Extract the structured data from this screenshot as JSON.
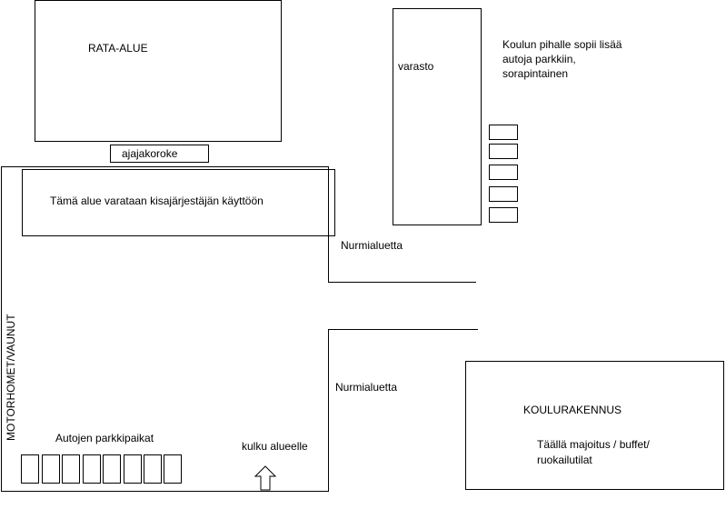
{
  "labels": {
    "rata_alue": "RATA-ALUE",
    "ajajakoroke": "ajajakoroke",
    "kisajarjestaja": "Tämä alue varataan kisajärjestäjän käyttöön",
    "varasto": "varasto",
    "koulun_pihalle": "Koulun pihalle sopii lisää autoja parkkiin, sorapintainen",
    "nurmialuetta_1": "Nurmialuetta",
    "nurmialuetta_2": "Nurmialuetta",
    "motorhomet": "MOTORHOMET/VAUNUT",
    "autojen_parkkipaikat": "Autojen parkkipaikat",
    "kulku_alueelle": "kulku alueelle",
    "koulurakennus": "KOULURAKENNUS",
    "majoitus": "Täällä majoitus / buffet/ ruokailutilat"
  },
  "right_parking_slots": 5,
  "bottom_parking_slots": 8
}
